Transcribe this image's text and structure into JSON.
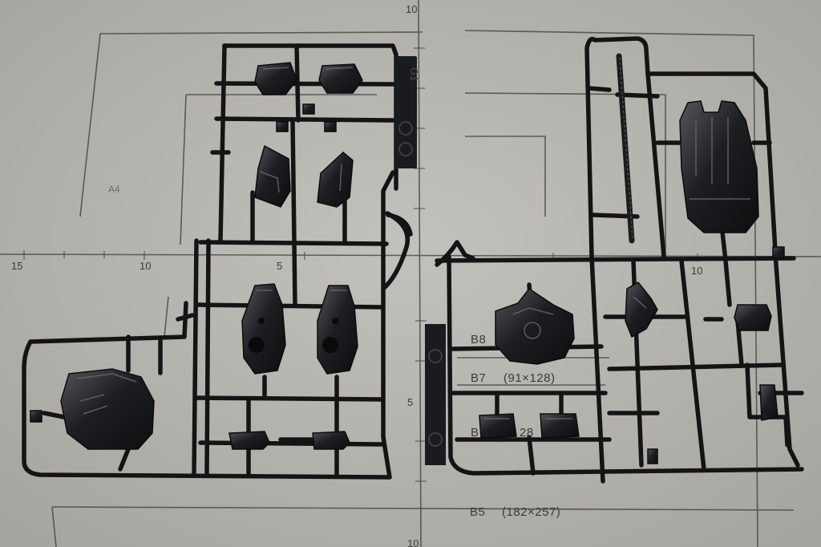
{
  "photo": {
    "subject": "Black plastic model kit runners on a cutting mat",
    "colors": {
      "mat": "#b9b7b1",
      "mat_dark": "#a9a7a1",
      "mat_lines": "#4a4a4a",
      "plastic": "#141416",
      "plastic_highlight": "#5a5b60",
      "plastic_mid": "#2a2b2f"
    }
  },
  "mat": {
    "ruler_top": "10",
    "ruler_left_15": "15",
    "ruler_left_10": "10",
    "ruler_left_5": "5",
    "ruler_vertical_5": "5",
    "ruler_bottom": "10",
    "ruler_right_10": "10",
    "faint_mark": "A4"
  },
  "sheet_labels": {
    "b8": "B8",
    "b7": "B7",
    "b7_size": "(91×128)",
    "b6_partial": "B",
    "b6_size_partial": "28",
    "b5": "B5",
    "b5_size": "(182×257)"
  },
  "runner_tag": {
    "letter": "G1"
  }
}
